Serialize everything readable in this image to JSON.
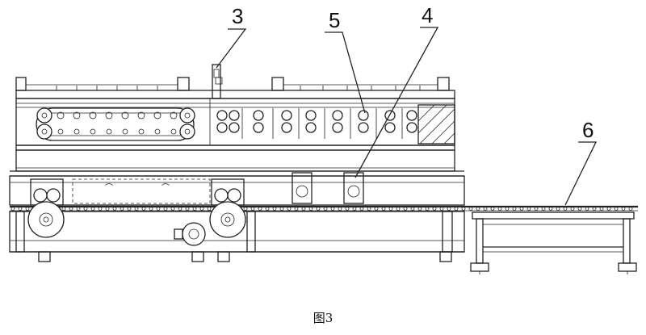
{
  "figure": {
    "caption": "图3",
    "callouts": [
      {
        "id": "3",
        "text": "3"
      },
      {
        "id": "5",
        "text": "5"
      },
      {
        "id": "4",
        "text": "4"
      },
      {
        "id": "6",
        "text": "6"
      }
    ]
  }
}
